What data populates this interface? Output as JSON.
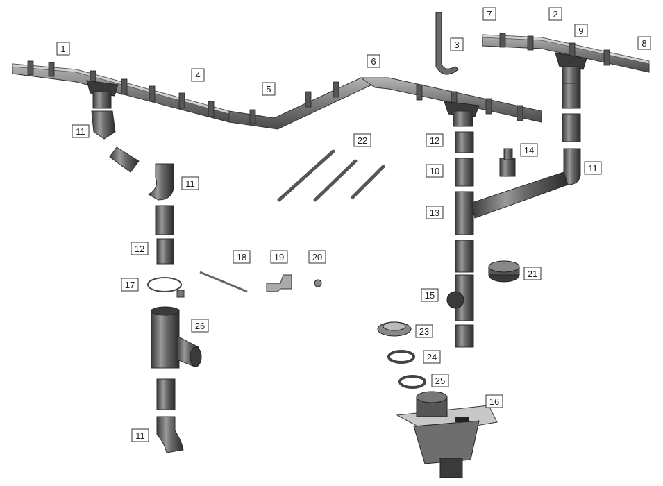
{
  "labels": {
    "gutter_left": "1",
    "end_cap_right": "2",
    "hanger": "3",
    "gutter_section": "4",
    "inner_corner": "5",
    "outer_corner": "6",
    "end_cap_left": "7",
    "gutter_right": "8",
    "connector": "9",
    "pipe": "10",
    "elbow_top_left": "11",
    "elbow_mid_left": "11",
    "elbow_right": "11",
    "elbow_bottom": "11",
    "coupler_left": "12",
    "coupler_right": "12",
    "branch_tee": "13",
    "reducer": "14",
    "inspection": "15",
    "gully": "16",
    "clamp": "17",
    "pin": "18",
    "bracket": "19",
    "screw": "20",
    "sleeve": "21",
    "rods": "22",
    "seal_cap": "23",
    "seal_ring": "24",
    "ring": "25",
    "rainwater_collector": "26"
  }
}
